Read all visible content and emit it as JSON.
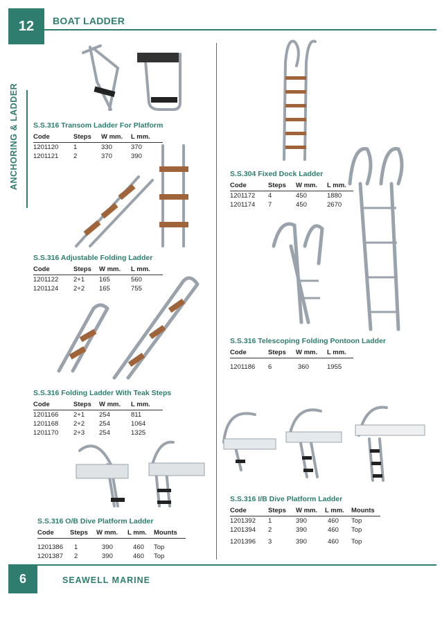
{
  "header": {
    "page_number": "12",
    "title": "BOAT LADDER"
  },
  "side_label": "ANCHORING & LADDER",
  "footer": {
    "page_number": "6",
    "brand": "SEAWELL MARINE"
  },
  "sections": {
    "transom": {
      "title": "S.S.316 Transom Ladder For Platform",
      "headers": [
        "Code",
        "Steps",
        "W mm.",
        "L mm."
      ],
      "rows": [
        [
          "1201120",
          "1",
          "330",
          "370"
        ],
        [
          "1201121",
          "2",
          "370",
          "390"
        ]
      ]
    },
    "adjustable": {
      "title": "S.S.316 Adjustable Folding Ladder",
      "headers": [
        "Code",
        "Steps",
        "W mm.",
        "L mm."
      ],
      "rows": [
        [
          "1201122",
          "2+1",
          "165",
          "560"
        ],
        [
          "1201124",
          "2+2",
          "165",
          "755"
        ]
      ]
    },
    "teak": {
      "title": "S.S.316 Folding Ladder With Teak Steps",
      "headers": [
        "Code",
        "Steps",
        "W mm.",
        "L mm."
      ],
      "rows": [
        [
          "1201166",
          "2+1",
          "254",
          "811"
        ],
        [
          "1201168",
          "2+2",
          "254",
          "1064"
        ],
        [
          "1201170",
          "2+3",
          "254",
          "1325"
        ]
      ]
    },
    "ob_dive": {
      "title": "S.S.316 O/B Dive Platform Ladder",
      "headers": [
        "Code",
        "Steps",
        "W mm.",
        "L mm.",
        "Mounts"
      ],
      "rows": [
        [
          "1201386",
          "1",
          "390",
          "460",
          "Top"
        ],
        [
          "1201387",
          "2",
          "390",
          "460",
          "Top"
        ]
      ]
    },
    "dock": {
      "title": "S.S.304 Fixed Dock Ladder",
      "headers": [
        "Code",
        "Steps",
        "W mm.",
        "L mm."
      ],
      "rows": [
        [
          "1201172",
          "4",
          "450",
          "1880"
        ],
        [
          "1201174",
          "7",
          "450",
          "2670"
        ]
      ]
    },
    "pontoon": {
      "title": "S.S.316 Telescoping Folding Pontoon Ladder",
      "headers": [
        "Code",
        "Steps",
        "W mm.",
        "L mm."
      ],
      "rows": [
        [
          "1201186",
          "6",
          "360",
          "1955"
        ]
      ]
    },
    "ib_dive": {
      "title": "S.S.316 I/B Dive Platform Ladder",
      "headers": [
        "Code",
        "Steps",
        "W mm.",
        "L mm.",
        "Mounts"
      ],
      "rows": [
        [
          "1201392",
          "1",
          "390",
          "460",
          "Top"
        ],
        [
          "1201394",
          "2",
          "390",
          "460",
          "Top"
        ],
        [
          "1201396",
          "3",
          "390",
          "460",
          "Top"
        ]
      ]
    }
  },
  "colors": {
    "accent": "#2e7d6e",
    "steel": "#9aa3ab",
    "teak": "#a0643a"
  }
}
